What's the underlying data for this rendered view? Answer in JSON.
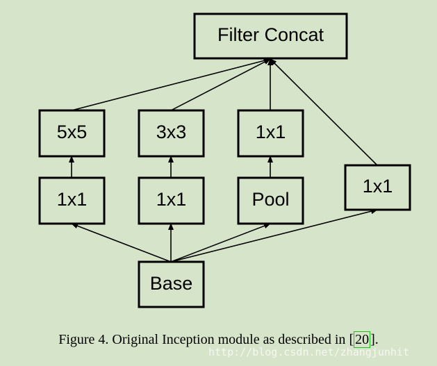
{
  "diagram": {
    "nodes": {
      "filter_concat": "Filter Concat",
      "conv5x5": "5x5",
      "conv3x3": "3x3",
      "conv1x1_top": "1x1",
      "conv1x1_a": "1x1",
      "conv1x1_b": "1x1",
      "pool": "Pool",
      "conv1x1_right": "1x1",
      "base": "Base"
    },
    "edges": [
      {
        "from": "base",
        "to": "conv1x1_a"
      },
      {
        "from": "base",
        "to": "conv1x1_b"
      },
      {
        "from": "base",
        "to": "pool"
      },
      {
        "from": "base",
        "to": "conv1x1_right"
      },
      {
        "from": "conv1x1_a",
        "to": "conv5x5"
      },
      {
        "from": "conv1x1_b",
        "to": "conv3x3"
      },
      {
        "from": "pool",
        "to": "conv1x1_top"
      },
      {
        "from": "conv5x5",
        "to": "filter_concat"
      },
      {
        "from": "conv3x3",
        "to": "filter_concat"
      },
      {
        "from": "conv1x1_top",
        "to": "filter_concat"
      },
      {
        "from": "conv1x1_right",
        "to": "filter_concat"
      }
    ]
  },
  "caption": {
    "prefix": "Figure 4. Original Inception module as described in ",
    "open_bracket": "[",
    "ref": "20",
    "close_bracket": "].",
    "ref_box_color": "#18c418"
  },
  "watermark": "http://blog.csdn.net/zhangjunhit",
  "colors": {
    "background": "#d6e4c9",
    "stroke": "#000000"
  }
}
